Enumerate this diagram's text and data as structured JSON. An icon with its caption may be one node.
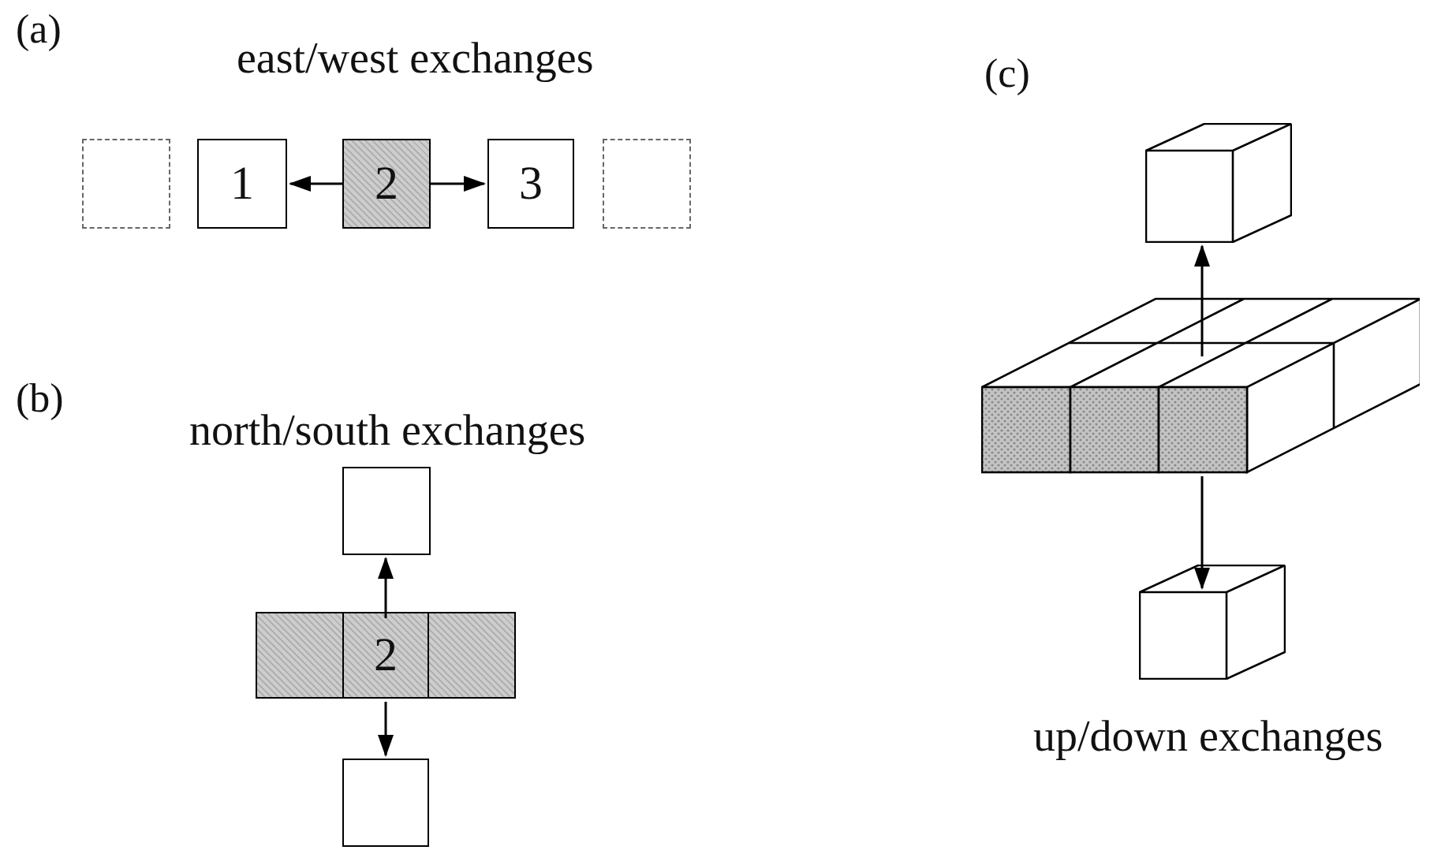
{
  "diagram": {
    "nodes": [
      {
        "text": [],
        "shape": "box"
      },
      {
        "text": [
          "1"
        ]
      },
      {
        "text": [
          "2"
        ]
      },
      {
        "text": [
          "3"
        ]
      },
      {
        "text": [],
        "shape": "box"
      },
      {
        "text": [],
        "shape": "box"
      },
      {
        "text": [],
        "shape": "box"
      },
      {
        "text": [
          "2"
        ]
      },
      {
        "text": [],
        "shape": "box"
      },
      {
        "text": [],
        "shape": "box"
      },
      {
        "text": [],
        "shape": "cube"
      },
      {
        "text": [],
        "shape": "slab"
      },
      {
        "text": [],
        "shape": "cube"
      }
    ],
    "edges": [
      {
        "from": 2,
        "to": 1,
        "arrow": "to"
      },
      {
        "from": 2,
        "to": 3,
        "arrow": "to"
      },
      {
        "from": 7,
        "to": 5,
        "arrow": "to"
      },
      {
        "from": 7,
        "to": 9,
        "arrow": "to"
      },
      {
        "from": 11,
        "to": 10,
        "arrow": "to"
      },
      {
        "from": 11,
        "to": 12,
        "arrow": "to"
      }
    ],
    "labels": [
      "(a)",
      "east/west exchanges",
      "(b)",
      "north/south exchanges",
      "(c)",
      "up/down exchanges"
    ]
  }
}
